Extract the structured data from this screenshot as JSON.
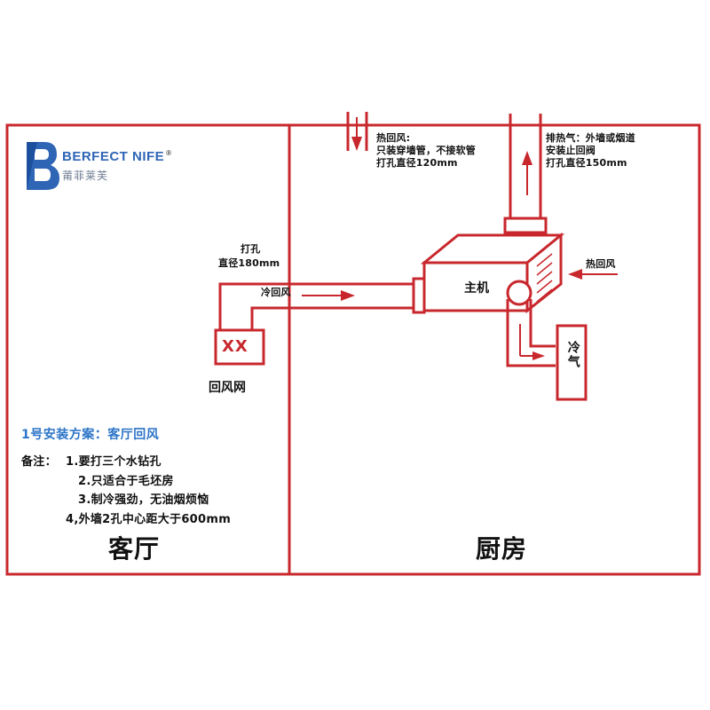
{
  "logo": {
    "brand_en": "BERFECT NIFE",
    "brand_reg": "®",
    "brand_cn": "莆菲莱芙"
  },
  "labels": {
    "hot_return_top": "热回风:",
    "hot_return_top_line2": "只装穿墙管，不接软管",
    "hot_return_top_line3": "打孔直径120mm",
    "exhaust": "排热气：外墙或烟道",
    "exhaust_line2": "安装止回阀",
    "exhaust_line3": "打孔直径150mm",
    "drill_hole": "打孔",
    "drill_diameter": "直径180mm",
    "cold_return": "冷回风",
    "main_unit": "主机",
    "hot_return_side": "热回风",
    "cold_air": "冷气",
    "return_grille": "回风网",
    "grille_mark": "XX"
  },
  "plan": {
    "title": "1号安装方案：客厅回风",
    "notes_prefix": "备注：",
    "notes": [
      "1.要打三个水钻孔",
      "2.只适合于毛坯房",
      "3.制冷强劲，无油烟烦恼",
      "4,外墙2孔中心距大于600mm"
    ]
  },
  "rooms": {
    "left": "客厅",
    "right": "厨房"
  },
  "colors": {
    "line_red": "#c8282d",
    "logo_blue": "#2f65b5",
    "plan_blue": "#2c74c8"
  }
}
